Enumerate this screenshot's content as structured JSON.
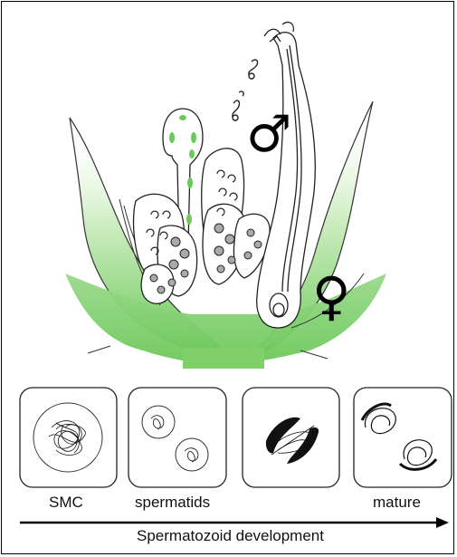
{
  "symbols": {
    "male": "♂",
    "female": "♀"
  },
  "stages": [
    {
      "label": "SMC"
    },
    {
      "label": "spermatids"
    },
    {
      "label": ""
    },
    {
      "label": "mature"
    }
  ],
  "axis": {
    "label": "Spermatozoid development"
  },
  "colors": {
    "green": "#7fcf6a",
    "stroke": "#222222"
  }
}
